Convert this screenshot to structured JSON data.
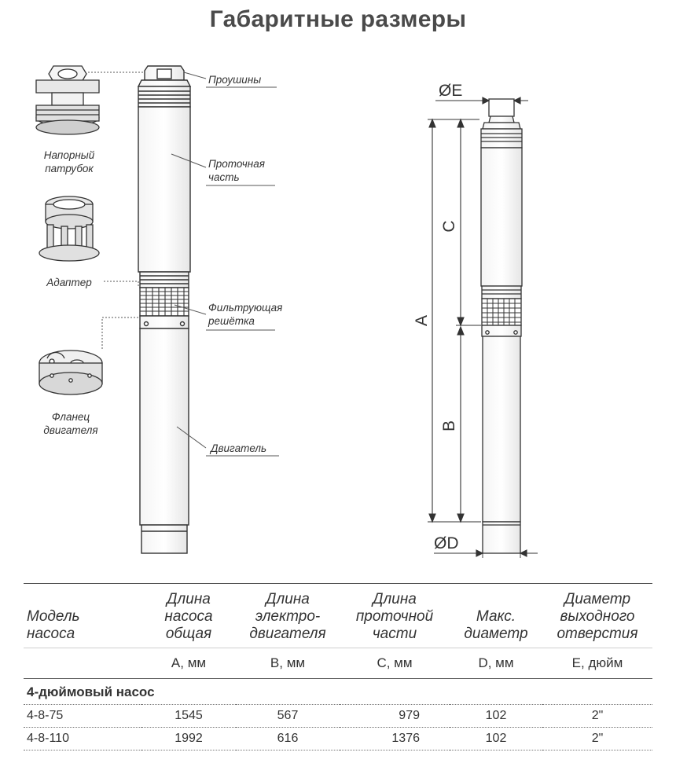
{
  "title": "Габаритные размеры",
  "left_diagram": {
    "parts": {
      "lugs": "Проушины",
      "flow_part": [
        "Проточная",
        "часть"
      ],
      "filter": [
        "Фильтрующая",
        "решётка"
      ],
      "motor": "Двигатель"
    },
    "details": {
      "outlet": [
        "Напорный",
        "патрубок"
      ],
      "adapter": "Адаптер",
      "motor_flange": [
        "Фланец",
        "двигателя"
      ]
    }
  },
  "right_diagram": {
    "dimensions": {
      "E": "ØE",
      "C": "C",
      "A": "A",
      "B": "B",
      "D": "ØD"
    }
  },
  "table": {
    "headers": [
      [
        "Модель",
        "насоса"
      ],
      [
        "Длина",
        "насоса",
        "общая"
      ],
      [
        "Длина",
        "электро-",
        "двигателя"
      ],
      [
        "Длина",
        "проточной",
        "части"
      ],
      [
        "Макс.",
        "диаметр"
      ],
      [
        "Диаметр",
        "выходного",
        "отверстия"
      ]
    ],
    "units": [
      "",
      "A, мм",
      "B, мм",
      "C, мм",
      "D, мм",
      "E, дюйм"
    ],
    "section": "4-дюймовый насос",
    "rows": [
      [
        "4-8-75",
        "1545",
        "567",
        "979",
        "102",
        "2\""
      ],
      [
        "4-8-110",
        "1992",
        "616",
        "1376",
        "102",
        "2\""
      ]
    ]
  }
}
